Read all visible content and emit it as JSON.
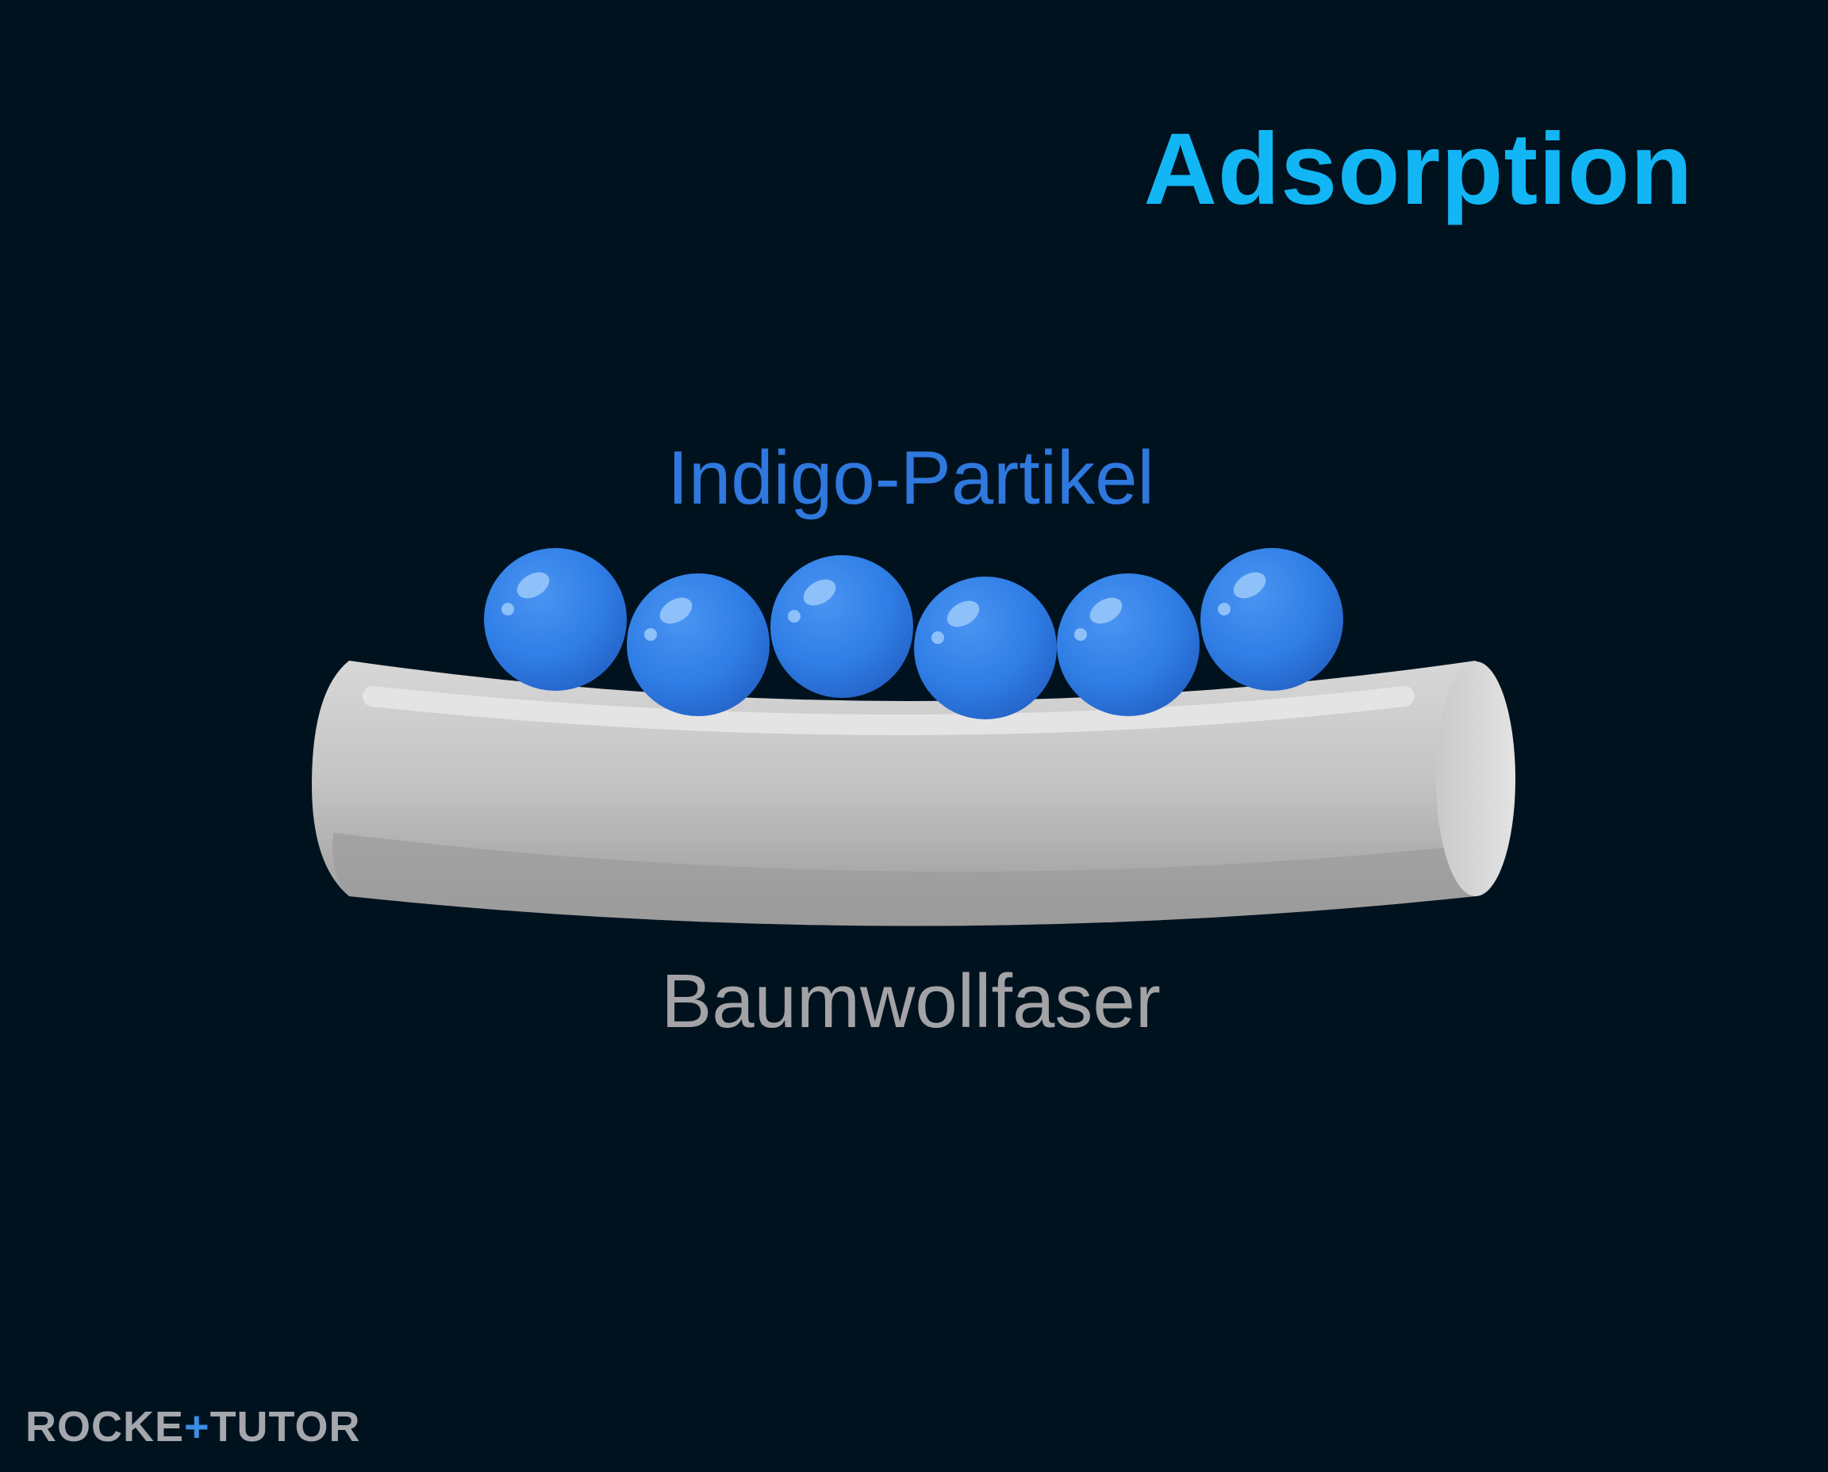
{
  "title": "Adsorption",
  "particles_label": "Indigo-Partikel",
  "fiber_label": "Baumwollfaser",
  "logo": {
    "part1": "ROCKE",
    "plus": "+",
    "part2": "TUTOR"
  },
  "colors": {
    "background": "#01121f",
    "title": "#12b6f5",
    "particle": "#2f7ee6",
    "particle_label": "#2f78de",
    "fiber": "#c3c3c3",
    "fiber_label": "#a3a3a6"
  },
  "icons": {
    "particle": "sphere-icon",
    "fiber": "cylinder-icon"
  }
}
